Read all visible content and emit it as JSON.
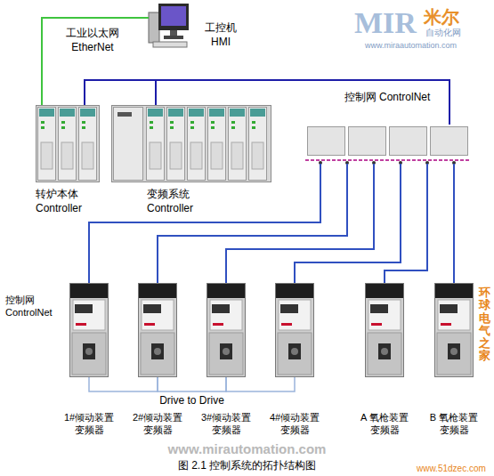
{
  "diagram": {
    "caption": "图 2.1 控制系统的拓扑结构图",
    "nodes": [
      {
        "text": [
          "工控机 HMI"
        ]
      },
      {
        "text": [
          "转炉本体 Controller"
        ]
      },
      {
        "text": [
          "变频系统 Controller"
        ]
      },
      {
        "text": [
          "控制网 ControlNet"
        ]
      },
      {
        "text": [
          "1#倾动装置 变频器"
        ]
      },
      {
        "text": [
          "2#倾动装置 变频器"
        ]
      },
      {
        "text": [
          "3#倾动装置 变频器"
        ]
      },
      {
        "text": [
          "4#倾动装置 变频器"
        ]
      },
      {
        "text": [
          "A 氧枪装置 变频器"
        ]
      },
      {
        "text": [
          "B 氧枪装置 变频器"
        ]
      }
    ],
    "edges": [
      {
        "from": 0,
        "to": 1,
        "arrow": "none",
        "label": "工业以太网 EtherNet"
      },
      {
        "from": 1,
        "to": 2,
        "arrow": "none"
      },
      {
        "from": 1,
        "to": 3,
        "arrow": "none"
      },
      {
        "from": 3,
        "to": 4,
        "arrow": "none"
      },
      {
        "from": 3,
        "to": 5,
        "arrow": "none"
      },
      {
        "from": 3,
        "to": 6,
        "arrow": "none"
      },
      {
        "from": 3,
        "to": 7,
        "arrow": "none"
      },
      {
        "from": 3,
        "to": 8,
        "arrow": "none"
      },
      {
        "from": 3,
        "to": 9,
        "arrow": "none"
      },
      {
        "from": 4,
        "to": 5,
        "arrow": "none"
      },
      {
        "from": 5,
        "to": 6,
        "arrow": "none",
        "label": "Drive to Drive"
      },
      {
        "from": 6,
        "to": 7,
        "arrow": "none"
      }
    ],
    "labels": [
      "控制网 ControlNet",
      "MIR",
      "米尔",
      "自动化网",
      "www.miraautomation.com",
      "www.mirautomation.com",
      "环球电气之家",
      "www.51dzec.com"
    ]
  }
}
